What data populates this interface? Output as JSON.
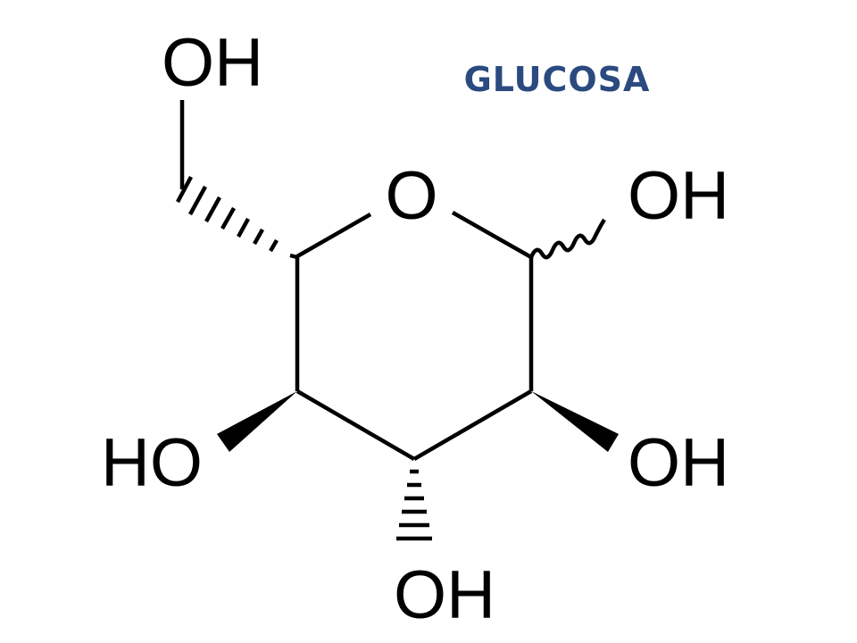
{
  "title": {
    "text": "GLUCOSA",
    "color": "#2a4a80"
  },
  "molecule": {
    "ring_oxygen": "O",
    "substituents": {
      "c6_hydroxyl": "OH",
      "c1_hydroxyl": "OH",
      "c2_hydroxyl": "OH",
      "c3_hydroxyl": "OH",
      "c4_hydroxyl": "HO"
    },
    "bond_color": "#000000"
  }
}
